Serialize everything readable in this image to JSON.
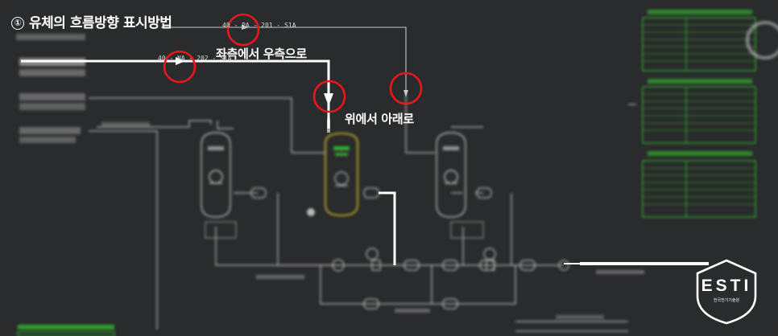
{
  "title": {
    "number": "①",
    "text": "유체의 흐름방향 표시방법"
  },
  "annotations": {
    "left_to_right": "좌측에서 우측으로",
    "top_to_bottom": "위에서 아래로"
  },
  "line_tags": {
    "pa": "40 - PA - 201 - S1A",
    "na": "40 - NA - 202 - S1A"
  },
  "colors": {
    "background": "#2a2b2c",
    "pipe": "#c8c8c8",
    "highlight_pipe": "#ffffff",
    "marker_circle": "#e8171d",
    "table_green": "#2fd12f",
    "tank_highlight": "#b5a62a"
  },
  "logo": {
    "text": "ESTI",
    "subtitle": "한국전기기술원"
  }
}
